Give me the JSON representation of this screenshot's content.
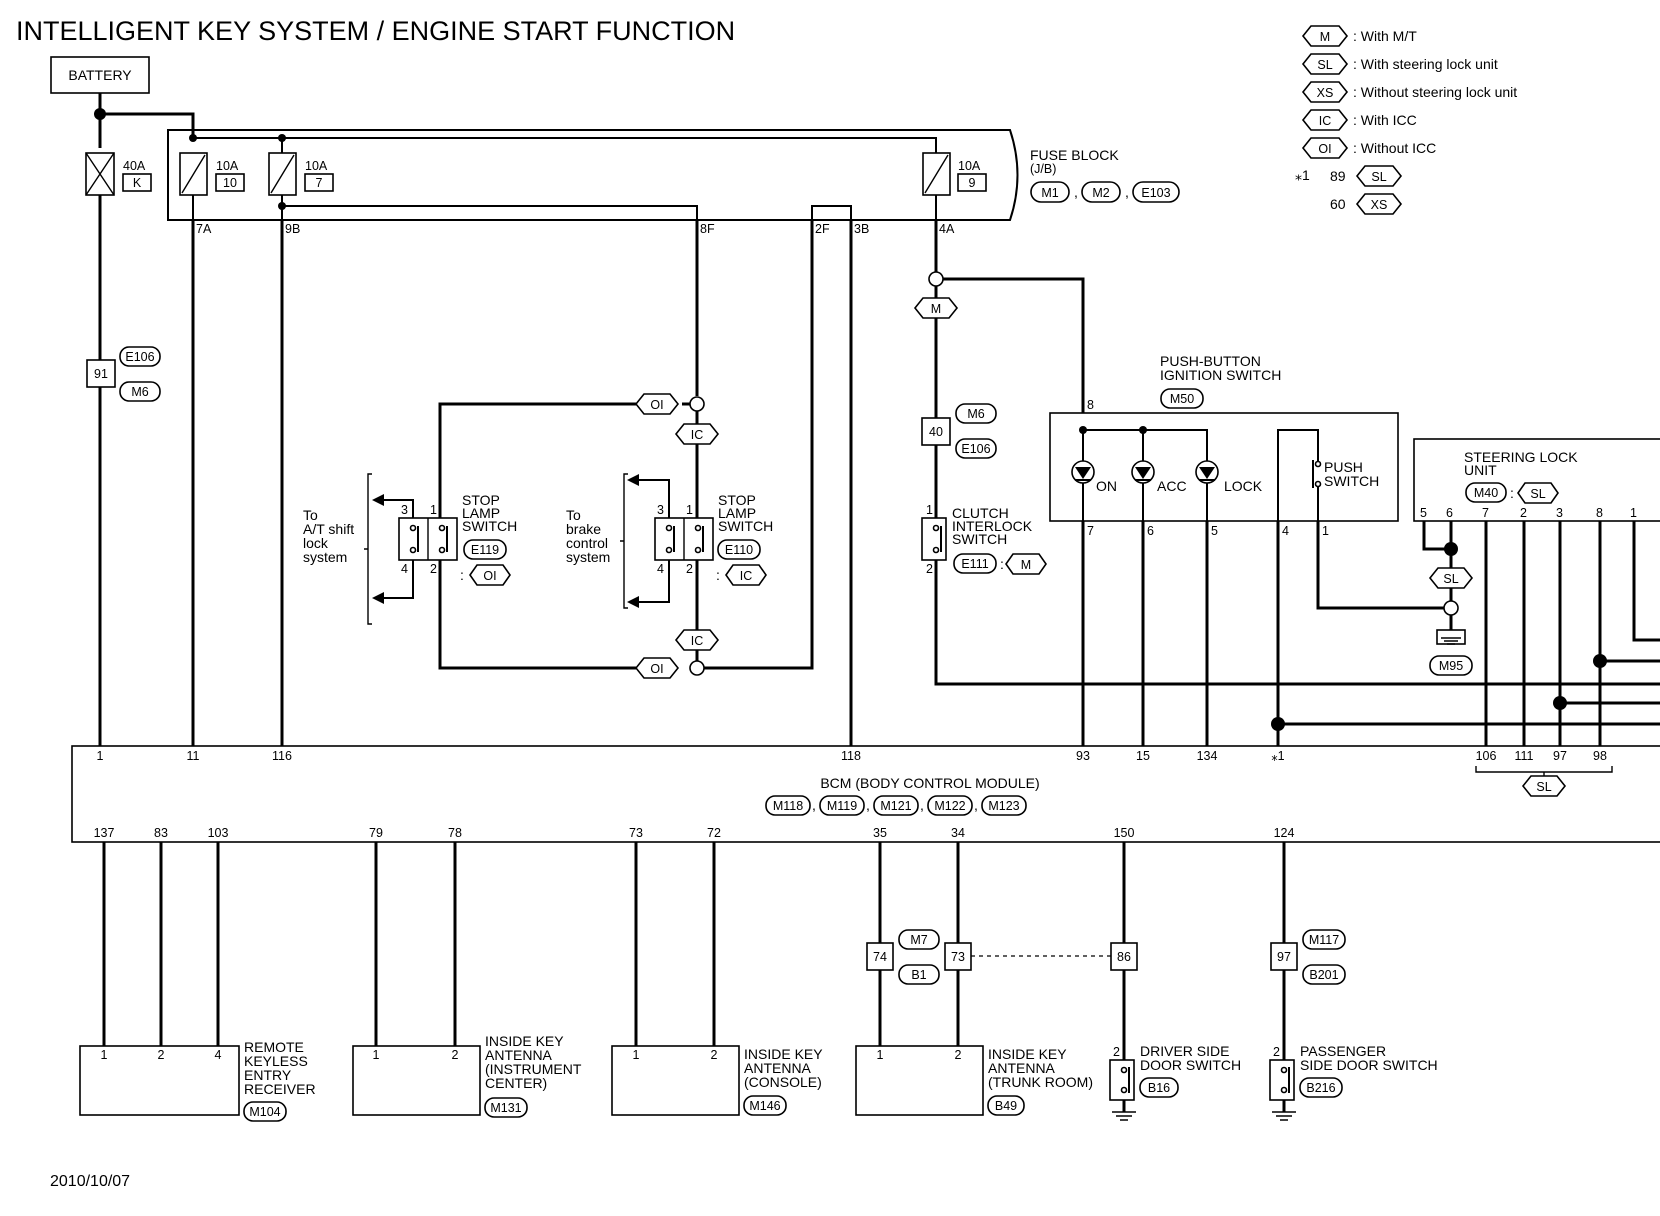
{
  "title": "INTELLIGENT KEY SYSTEM / ENGINE START FUNCTION",
  "date": "2010/10/07",
  "legend": [
    {
      "code": "M",
      "text": ": With M/T"
    },
    {
      "code": "SL",
      "text": ": With steering lock unit"
    },
    {
      "code": "XS",
      "text": ": Without steering lock unit"
    },
    {
      "code": "IC",
      "text": ": With ICC"
    },
    {
      "code": "OI",
      "text": ": Without ICC"
    }
  ],
  "footnote": {
    "mark": "⁎1",
    "rows": [
      {
        "pin": "89",
        "code": "SL"
      },
      {
        "pin": "60",
        "code": "XS"
      }
    ]
  },
  "battery": "BATTERY",
  "fuse_block": {
    "label": [
      "FUSE BLOCK",
      "(J/B)"
    ],
    "connectors": [
      "M1",
      "M2",
      "E103"
    ]
  },
  "fuses": [
    {
      "amp": "40A",
      "num": "K"
    },
    {
      "amp": "10A",
      "num": "10"
    },
    {
      "amp": "10A",
      "num": "7"
    },
    {
      "amp": "10A",
      "num": "9"
    }
  ],
  "fuse_pins": [
    "7A",
    "9B",
    "8F",
    "2F",
    "3B",
    "4A"
  ],
  "inline_connectors": [
    {
      "pin": "91",
      "codes": [
        "E106",
        "M6"
      ]
    },
    {
      "pin": "40",
      "codes": [
        "M6",
        "E106"
      ]
    }
  ],
  "selectors": {
    "M": "M",
    "IC": "IC",
    "OI": "OI",
    "SL": "SL"
  },
  "stop_lamp_left": {
    "label": [
      "STOP",
      "LAMP",
      "SWITCH"
    ],
    "connector": "E119",
    "cond": "OI",
    "pins": [
      "3",
      "1",
      "4",
      "2"
    ],
    "to": [
      "To",
      "A/T shift",
      "lock",
      "system"
    ]
  },
  "stop_lamp_right": {
    "label": [
      "STOP",
      "LAMP",
      "SWITCH"
    ],
    "connector": "E110",
    "cond": "IC",
    "pins": [
      "3",
      "1",
      "4",
      "2"
    ],
    "to": [
      "To",
      "brake",
      "control",
      "system"
    ]
  },
  "clutch": {
    "label": [
      "CLUTCH",
      "INTERLOCK",
      "SWITCH"
    ],
    "connector": "E111",
    "cond": "M",
    "pins": [
      "1",
      "2"
    ]
  },
  "push_button": {
    "label": [
      "PUSH-BUTTON",
      "IGNITION SWITCH"
    ],
    "connector": "M50",
    "pins": [
      "8",
      "7",
      "6",
      "5",
      "4",
      "1"
    ],
    "lamps": [
      "ON",
      "ACC",
      "LOCK"
    ],
    "switch": [
      "PUSH",
      "SWITCH"
    ]
  },
  "steering_lock": {
    "label": [
      "STEERING LOCK",
      "UNIT"
    ],
    "connector": "M40",
    "cond": "SL",
    "pins": [
      "5",
      "6",
      "7",
      "2",
      "3",
      "8",
      "1"
    ],
    "ground": "M95"
  },
  "bcm": {
    "label": "BCM (BODY CONTROL MODULE)",
    "connectors": [
      "M118",
      "M119",
      "M121",
      "M122",
      "M123"
    ],
    "top_pins": [
      "1",
      "11",
      "116",
      "118",
      "93",
      "15",
      "134",
      "⁎1",
      "106",
      "111",
      "97",
      "98"
    ],
    "bottom_pins": [
      "137",
      "83",
      "103",
      "79",
      "78",
      "73",
      "72",
      "35",
      "34",
      "150",
      "124"
    ],
    "sl": "SL"
  },
  "mid_connectors": [
    {
      "pin": "74"
    },
    {
      "pin": "73",
      "codes": [
        "M7",
        "B1"
      ]
    },
    {
      "pin": "86"
    },
    {
      "pin": "97",
      "codes": [
        "M117",
        "B201"
      ]
    }
  ],
  "devices": [
    {
      "label": [
        "REMOTE",
        "KEYLESS",
        "ENTRY",
        "RECEIVER"
      ],
      "connector": "M104",
      "pins": [
        "1",
        "2",
        "4"
      ]
    },
    {
      "label": [
        "INSIDE KEY",
        "ANTENNA",
        "(INSTRUMENT",
        "CENTER)"
      ],
      "connector": "M131",
      "pins": [
        "1",
        "2"
      ]
    },
    {
      "label": [
        "INSIDE KEY",
        "ANTENNA",
        "(CONSOLE)"
      ],
      "connector": "M146",
      "pins": [
        "1",
        "2"
      ]
    },
    {
      "label": [
        "INSIDE KEY",
        "ANTENNA",
        "(TRUNK ROOM)"
      ],
      "connector": "B49",
      "pins": [
        "1",
        "2"
      ]
    }
  ],
  "door_switches": [
    {
      "label": [
        "DRIVER SIDE",
        "DOOR SWITCH"
      ],
      "connector": "B16",
      "pin": "2"
    },
    {
      "label": [
        "PASSENGER",
        "SIDE DOOR SWITCH"
      ],
      "connector": "B216",
      "pin": "2"
    }
  ]
}
